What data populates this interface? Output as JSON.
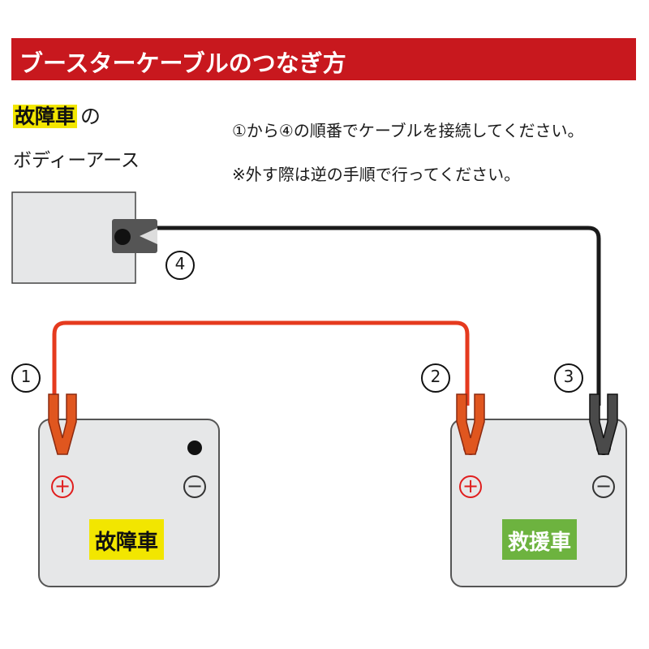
{
  "header": {
    "title": "ブースターケーブルのつなぎ方"
  },
  "ground": {
    "badge": "故障車",
    "suffix": "の",
    "line2": "ボディーアース"
  },
  "instructions": {
    "line1": "①から④の順番でケーブルを接続してください。",
    "line2": "※外す際は逆の手順で行ってください。"
  },
  "steps": {
    "s1": "①",
    "s2": "②",
    "s3": "③",
    "s4": "④"
  },
  "batteries": {
    "left_label": "故障車",
    "right_label": "救援車",
    "plus": "+",
    "minus": "−"
  },
  "colors": {
    "header_bg": "#c8181e",
    "red_cable": "#e53a1e",
    "black_cable": "#1a1a1a",
    "badge_broken": "#f2e600",
    "badge_rescue": "#6db33f",
    "battery_fill": "#e6e7e8"
  }
}
